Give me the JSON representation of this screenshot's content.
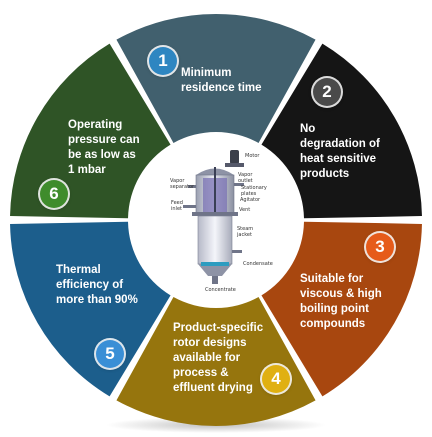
{
  "colors": {
    "seg1": "#41606e",
    "seg2": "#151515",
    "seg3": "#a8470f",
    "seg4": "#96750d",
    "seg5": "#1c5e8c",
    "seg6": "#2f5426",
    "badge1": "#2e86c1",
    "badge2": "#4a4a4a",
    "badge3": "#e65b1a",
    "badge4": "#e0b012",
    "badge5": "#3a8fd6",
    "badge6": "#3f8c2c"
  },
  "segments": [
    {
      "number": "1",
      "text": "Minimum\nresidence time"
    },
    {
      "number": "2",
      "text": "No\ndegradation of\nheat sensitive\nproducts"
    },
    {
      "number": "3",
      "text": "Suitable for\nviscous & high\nboiling point\ncompounds"
    },
    {
      "number": "4",
      "text": "Product-specific\nrotor designs\navailable for\nprocess &\neffluent drying"
    },
    {
      "number": "5",
      "text": "Thermal\nefficiency of\nmore than 90%"
    },
    {
      "number": "6",
      "text": "Operating\npressure can\nbe as low as\n1 mbar"
    }
  ],
  "equipment": {
    "labels": {
      "motor": "Motor",
      "vapor_separator": "Vapor\nseparator",
      "vapor_outlet": "Vapor\noutlet",
      "stationary_plates": "Stationary\nplates",
      "feed_inlet": "Feed\ninlet",
      "agitator": "Agitator",
      "vent": "Vent",
      "steam_jacket": "Steam\njacket",
      "condensate": "Condensate",
      "concentrate": "Concentrate"
    }
  }
}
